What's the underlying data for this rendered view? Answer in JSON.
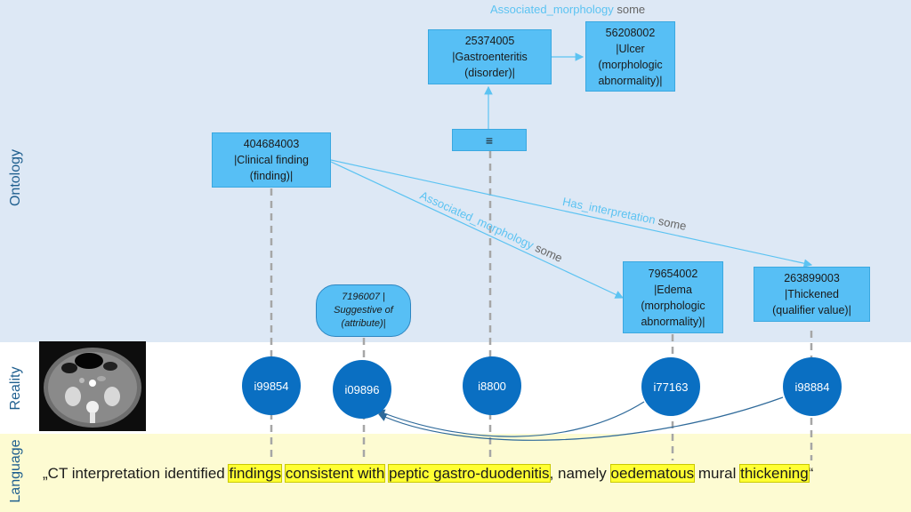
{
  "bands": {
    "ontology_label": "Ontology",
    "reality_label": "Reality",
    "language_label": "Language"
  },
  "colors": {
    "concept_box": "#57bff5",
    "instance": "#0a6fc2",
    "relation_text": "#5cc3f2",
    "quantifier_text": "#666666",
    "highlight": "#ffff33"
  },
  "concepts": {
    "gastroenteritis": "25374005\n|Gastroenteritis\n(disorder)|",
    "ulcer": "56208002\n|Ulcer\n(morphologic\nabnormality)|",
    "clinical_finding": "404684003\n|Clinical finding\n(finding)|",
    "equivalence": "≡",
    "edema": "79654002\n|Edema\n(morphologic\nabnormality)|",
    "thickened": "263899003\n|Thickened\n(qualifier value)|",
    "suggestive_of": "7196007 |\nSuggestive of\n(attribute)|"
  },
  "relations": {
    "top": {
      "name": "Associated_morphology",
      "quantifier": "some"
    },
    "diag": {
      "name": "Associated_morphology",
      "quantifier": "some"
    },
    "interp": {
      "name": "Has_interpretation",
      "quantifier": "some"
    }
  },
  "instances": [
    "i99854",
    "i09896",
    "i8800",
    "i77163",
    "i98884"
  ],
  "sentence": {
    "open": "„CT interpretation identified ",
    "findings": "findings",
    "consistent": "consistent with",
    "peptic": "peptic gastro-duodenitis",
    "namely": ", namely ",
    "oedematous": "oedematous",
    "mural": " mural ",
    "thickening": "thickening",
    "close": "“"
  },
  "image": {
    "icon": "ct-scan-image"
  }
}
